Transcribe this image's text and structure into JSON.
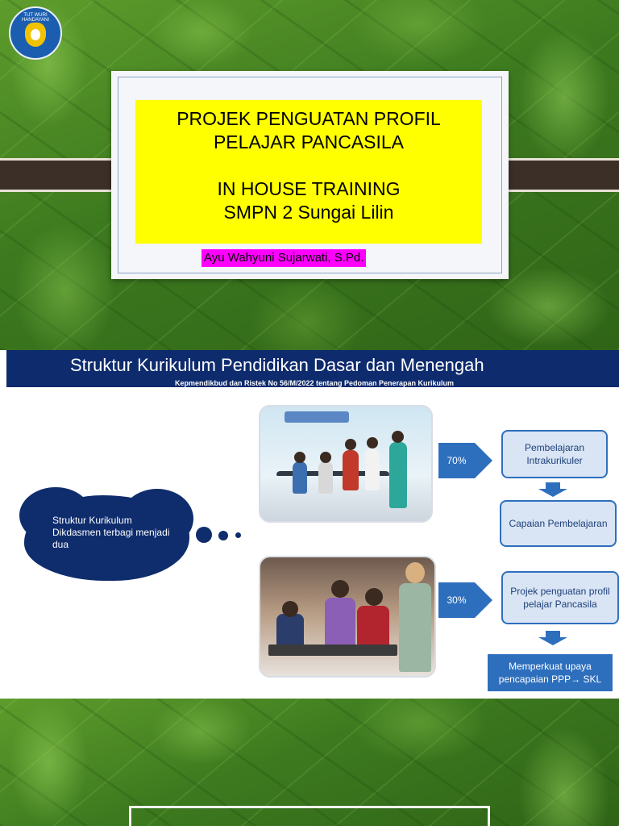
{
  "slide1": {
    "logo_text": "TUT WURI HANDAYANI",
    "title_lines": [
      "PROJEK PENGUATAN PROFIL",
      "PELAJAR PANCASILA"
    ],
    "subtitle_lines": [
      "IN HOUSE TRAINING",
      "SMPN 2 Sungai Lilin"
    ],
    "author": "Ayu Wahyuni Sujarwati, S.Pd.",
    "colors": {
      "highlight": "#ffff00",
      "author_bg": "#ff00ff"
    }
  },
  "slide2": {
    "title": "Struktur Kurikulum Pendidikan Dasar dan Menengah",
    "subtitle": "Kepmendikbud dan Ristek No 56/M/2022 tentang Pedoman Penerapan Kurikulum",
    "cloud_text": "Struktur Kurikulum Dikdasmen terbagi menjadi dua",
    "arrow1_label": "70%",
    "arrow2_label": "30%",
    "box_intra": "Pembelajaran Intrakurikuler",
    "box_capaian": "Capaian Pembelajaran",
    "box_projek": "Projek penguatan profil pelajar Pancasila",
    "box_memperkuat": "Memperkuat upaya pencapaian PPP→ SKL",
    "colors": {
      "header": "#0e2b6e",
      "accent": "#2e6fbd"
    }
  }
}
